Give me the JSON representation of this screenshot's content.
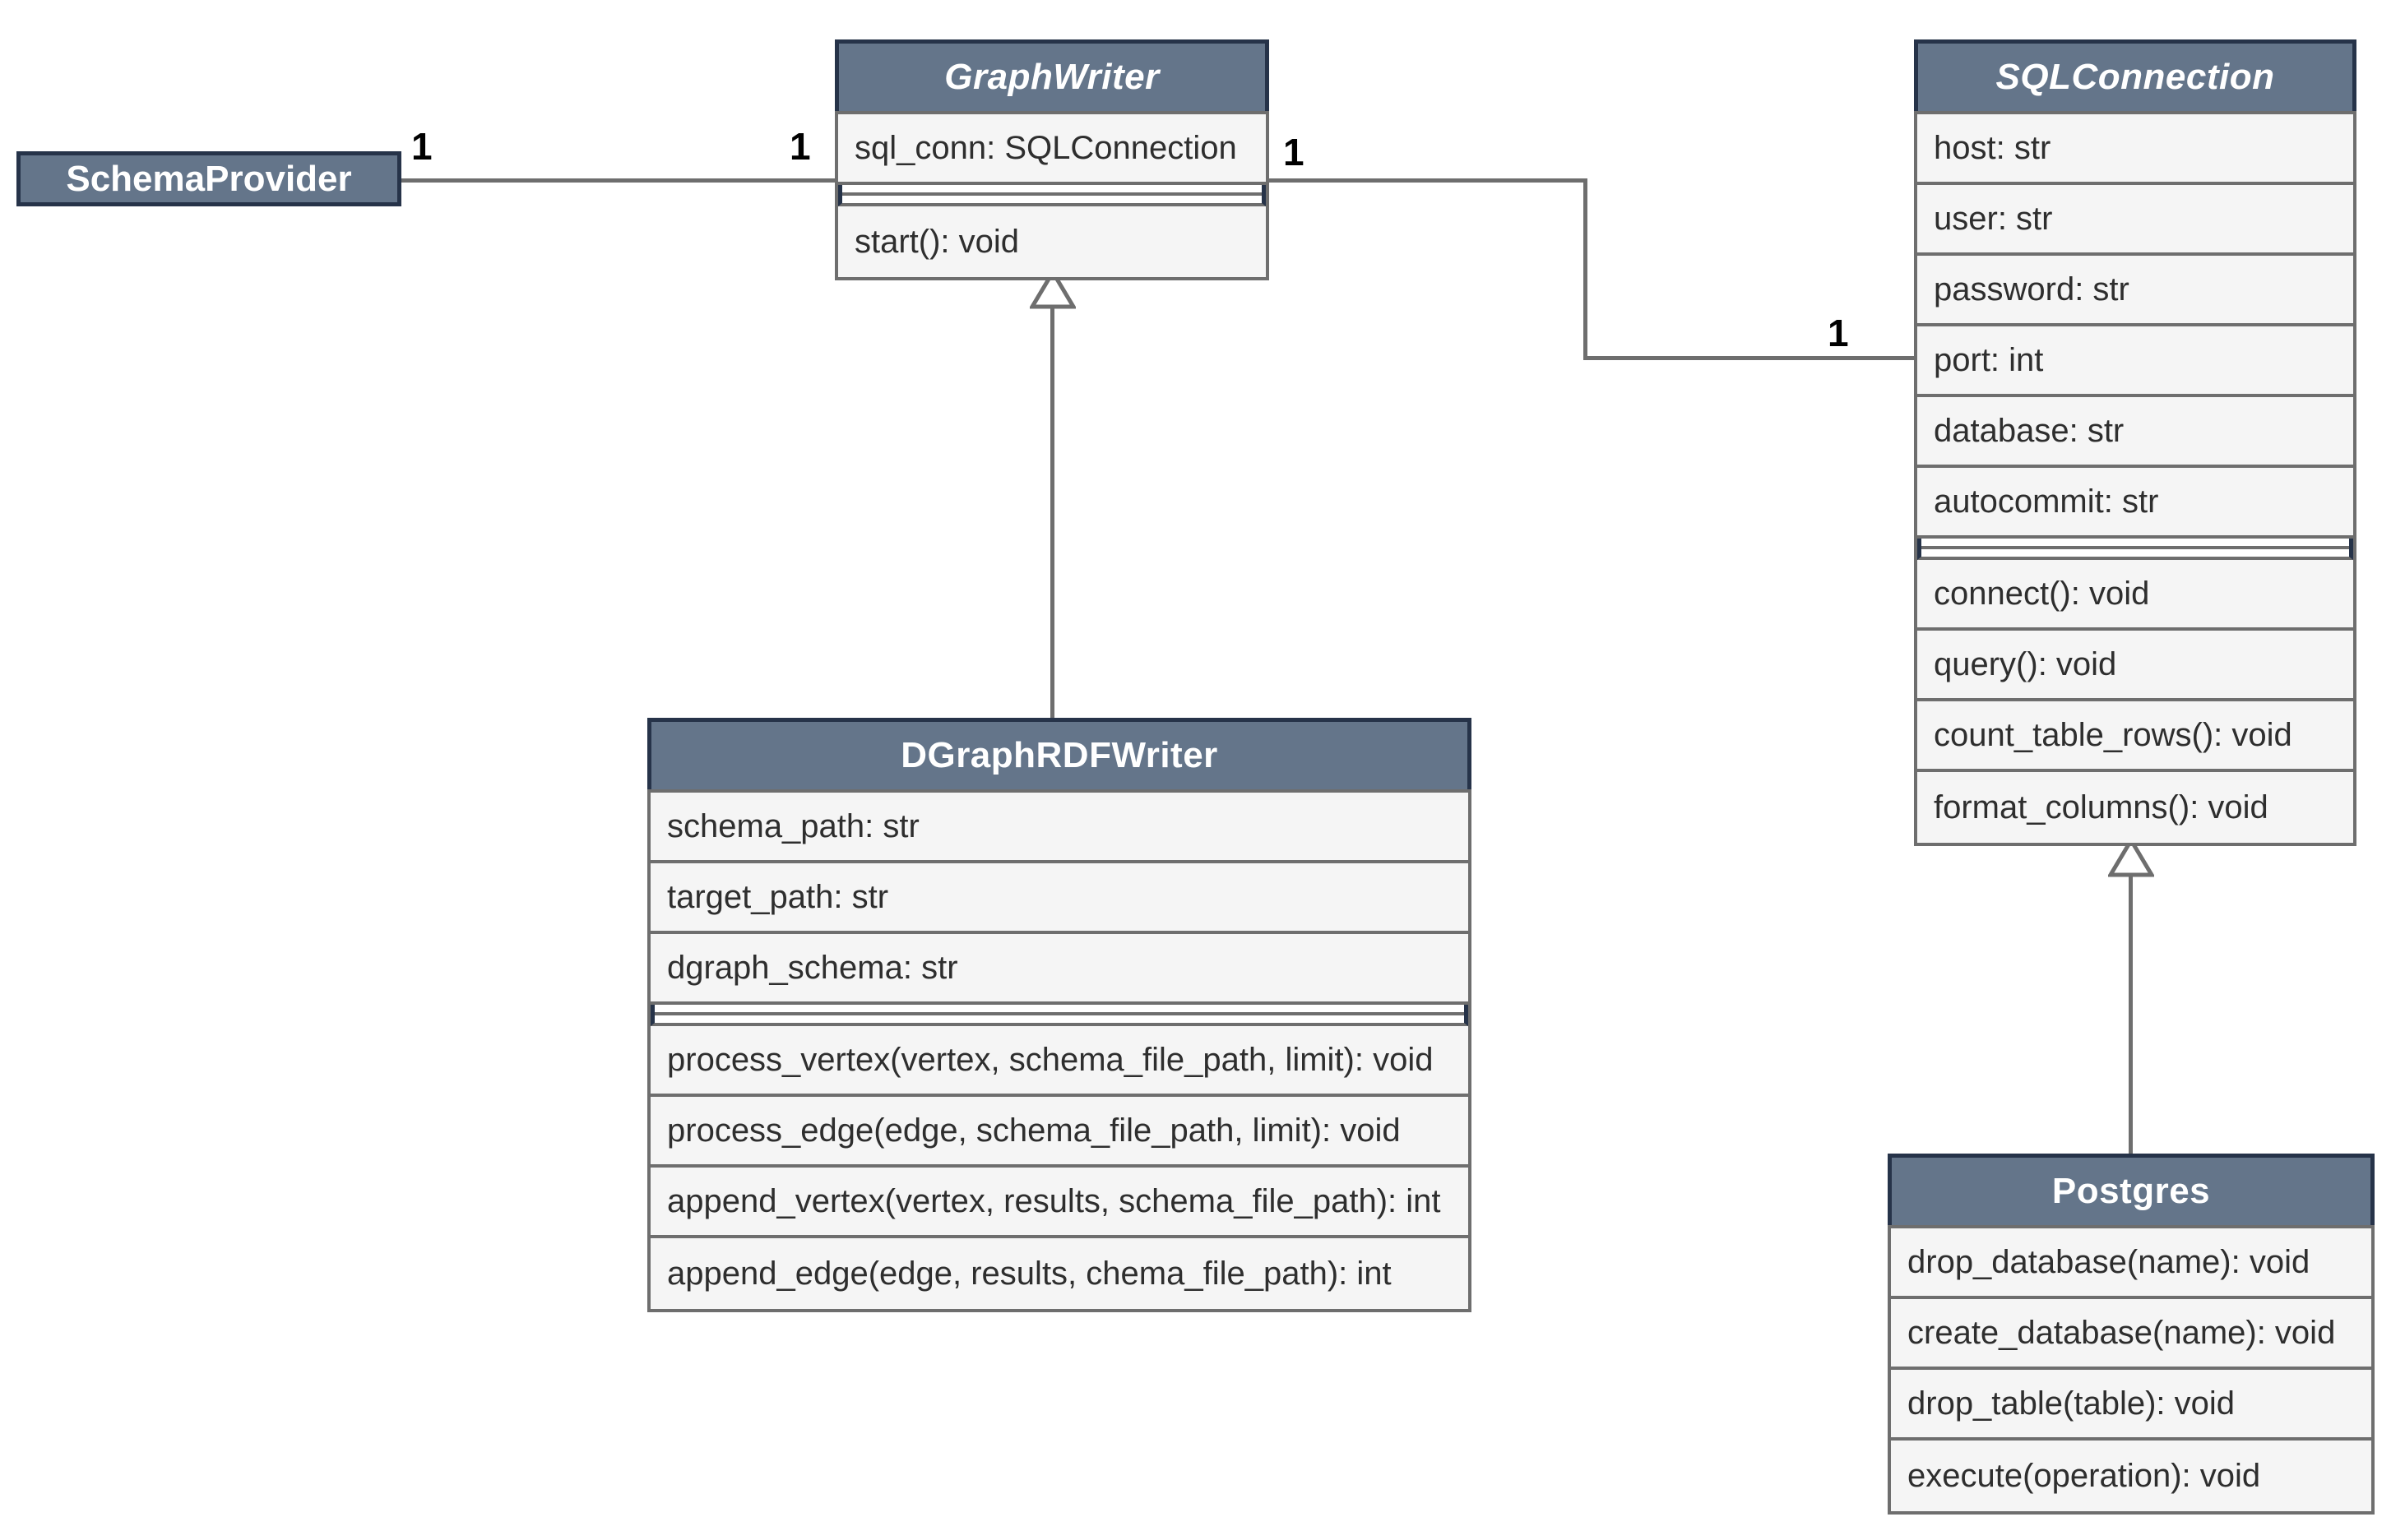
{
  "diagram": {
    "classes": {
      "schema_provider": {
        "title": "SchemaProvider"
      },
      "graph_writer": {
        "title": "GraphWriter",
        "abstract": true,
        "attributes": [
          "sql_conn: SQLConnection"
        ],
        "methods": [
          "start(): void"
        ]
      },
      "sql_connection": {
        "title": "SQLConnection",
        "abstract": true,
        "attributes": [
          "host: str",
          "user: str",
          "password: str",
          "port: int",
          "database: str",
          "autocommit: str"
        ],
        "methods": [
          "connect(): void",
          "query(): void",
          "count_table_rows(): void",
          "format_columns(): void"
        ]
      },
      "dgraph_rdf_writer": {
        "title": "DGraphRDFWriter",
        "abstract": false,
        "attributes": [
          "schema_path: str",
          "target_path: str",
          "dgraph_schema: str"
        ],
        "methods": [
          "process_vertex(vertex, schema_file_path, limit): void",
          "process_edge(edge, schema_file_path, limit): void",
          "append_vertex(vertex, results, schema_file_path): int",
          "append_edge(edge, results, chema_file_path): int"
        ]
      },
      "postgres": {
        "title": "Postgres",
        "abstract": false,
        "methods": [
          "drop_database(name): void",
          "create_database(name): void",
          "drop_table(table): void",
          "execute(operation): void"
        ]
      }
    },
    "relations": {
      "schema_provider_graph_writer": {
        "type": "association",
        "from_multiplicity": "1",
        "to_multiplicity": "1"
      },
      "graph_writer_sql_connection": {
        "type": "association",
        "from_multiplicity": "1",
        "to_multiplicity": "1"
      },
      "dgraph_rdf_writer_graph_writer": {
        "type": "inheritance"
      },
      "postgres_sql_connection": {
        "type": "inheritance"
      }
    },
    "colors": {
      "header_fill": "#64758a",
      "header_border": "#263349",
      "cell_fill": "#f5f5f5",
      "line_gray": "#6e6e6e",
      "text": "#2e2e2e",
      "background": "#ffffff"
    }
  }
}
